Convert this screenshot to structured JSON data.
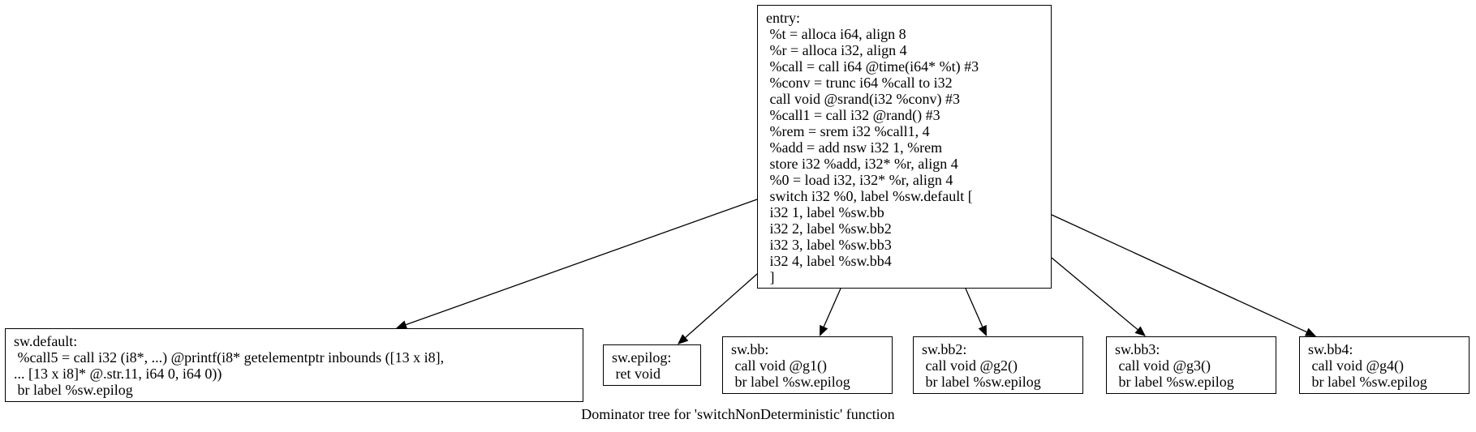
{
  "caption": "Dominator tree for 'switchNonDeterministic' function",
  "nodes": {
    "entry": {
      "lines": [
        "entry:",
        " %t = alloca i64, align 8",
        " %r = alloca i32, align 4",
        " %call = call i64 @time(i64* %t) #3",
        " %conv = trunc i64 %call to i32",
        " call void @srand(i32 %conv) #3",
        " %call1 = call i32 @rand() #3",
        " %rem = srem i32 %call1, 4",
        " %add = add nsw i32 1, %rem",
        " store i32 %add, i32* %r, align 4",
        " %0 = load i32, i32* %r, align 4",
        " switch i32 %0, label %sw.default [",
        " i32 1, label %sw.bb",
        " i32 2, label %sw.bb2",
        " i32 3, label %sw.bb3",
        " i32 4, label %sw.bb4",
        " ]"
      ]
    },
    "default": {
      "lines": [
        "sw.default:",
        " %call5 = call i32 (i8*, ...) @printf(i8* getelementptr inbounds ([13 x i8],",
        "... [13 x i8]* @.str.11, i64 0, i64 0))",
        " br label %sw.epilog"
      ]
    },
    "epilog": {
      "lines": [
        "sw.epilog:",
        " ret void"
      ]
    },
    "bb": {
      "lines": [
        "sw.bb:",
        " call void @g1()",
        " br label %sw.epilog"
      ]
    },
    "bb2": {
      "lines": [
        "sw.bb2:",
        " call void @g2()",
        " br label %sw.epilog"
      ]
    },
    "bb3": {
      "lines": [
        "sw.bb3:",
        " call void @g3()",
        " br label %sw.epilog"
      ]
    },
    "bb4": {
      "lines": [
        "sw.bb4:",
        " call void @g4()",
        " br label %sw.epilog"
      ]
    }
  },
  "edges": [
    {
      "from": "entry",
      "to": "default"
    },
    {
      "from": "entry",
      "to": "epilog"
    },
    {
      "from": "entry",
      "to": "bb"
    },
    {
      "from": "entry",
      "to": "bb2"
    },
    {
      "from": "entry",
      "to": "bb3"
    },
    {
      "from": "entry",
      "to": "bb4"
    }
  ]
}
